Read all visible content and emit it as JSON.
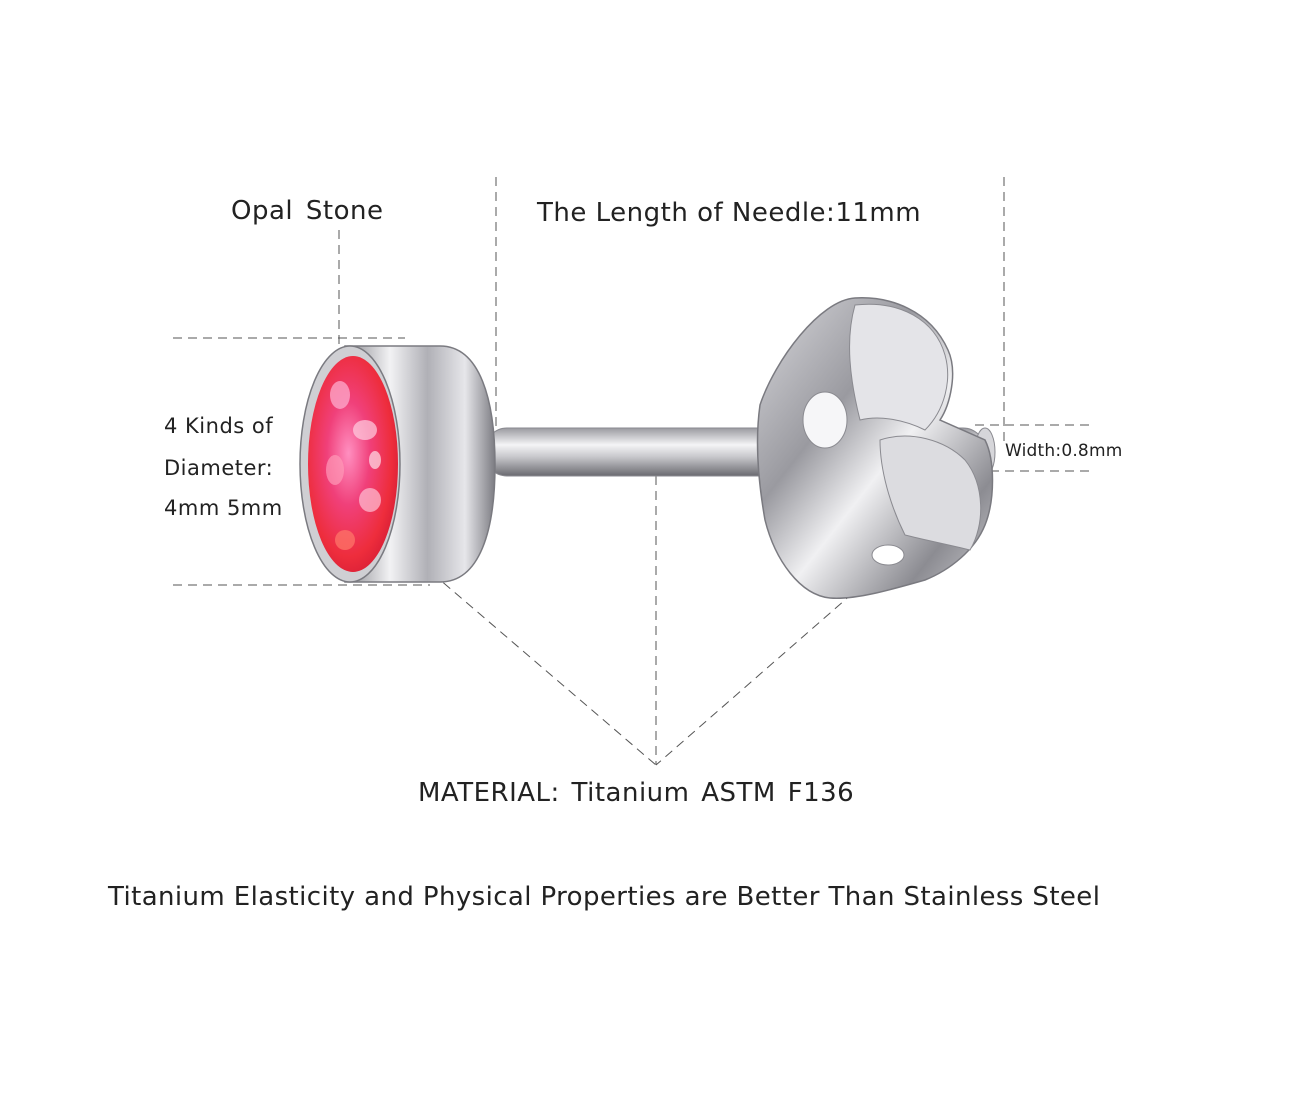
{
  "labels": {
    "opal_stone": "Opal  Stone",
    "needle_length": "The Length of Needle:11mm",
    "diameter_line1": "4 Kinds of",
    "diameter_line2": "Diameter:",
    "diameter_line3": "4mm 5mm",
    "width": "Width:0.8mm",
    "material": "MATERIAL: Titanium  ASTM F136",
    "footer": "Titanium Elasticity and Physical Properties are Better Than Stainless Steel"
  },
  "colors": {
    "background": "#ffffff",
    "text": "#222222",
    "dash_line": "#555555",
    "opal_pink": "#f0407a",
    "opal_red": "#ee2d3c",
    "metal_light": "#e8e8ea",
    "metal_dark": "#7a7a80"
  }
}
